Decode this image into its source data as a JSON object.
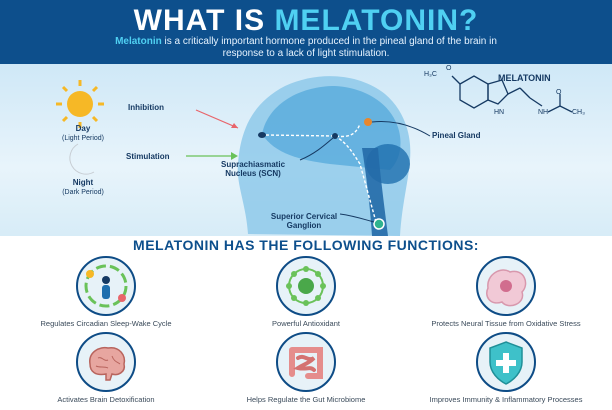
{
  "header": {
    "title_plain": "WHAT IS ",
    "title_accent": "MELATONIN?",
    "subtitle_highlight": "Melatonin",
    "subtitle_rest": " is a critically important hormone produced in the pineal gland of the brain in response to a lack of light stimulation."
  },
  "diagram": {
    "day_label": "Day",
    "day_sub": "(Light Period)",
    "night_label": "Night",
    "night_sub": "(Dark Period)",
    "inhibition": "Inhibition",
    "stimulation": "Stimulation",
    "scn": "Suprachiasmatic Nucleus (SCN)",
    "pineal": "Pineal Gland",
    "ganglion": "Superior Cervical Ganglion",
    "molecule_name": "MELATONIN",
    "molecule_h3c": "H₃C",
    "molecule_o": "O",
    "molecule_hn": "HN",
    "molecule_nh": "NH",
    "molecule_ch3": "CH₃",
    "molecule_o2": "O"
  },
  "functions": {
    "title": "MELATONIN HAS THE FOLLOWING FUNCTIONS:",
    "items": [
      {
        "label": "Regulates Circadian Sleep-Wake Cycle",
        "icon": "circadian-cycle-icon"
      },
      {
        "label": "Powerful Antioxidant",
        "icon": "antioxidant-icon"
      },
      {
        "label": "Protects Neural Tissue from Oxidative Stress",
        "icon": "neural-cell-icon"
      },
      {
        "label": "Activates Brain Detoxification",
        "icon": "brain-icon"
      },
      {
        "label": "Helps Regulate the Gut Microbiome",
        "icon": "intestine-icon"
      },
      {
        "label": "Improves Immunity & Inflammatory Processes",
        "icon": "shield-icon"
      }
    ]
  },
  "colors": {
    "header_bg": "#0d4f8c",
    "accent": "#4fd0f2",
    "navy": "#163a63",
    "arrow_red": "#e8656b",
    "arrow_green": "#6ac259"
  }
}
